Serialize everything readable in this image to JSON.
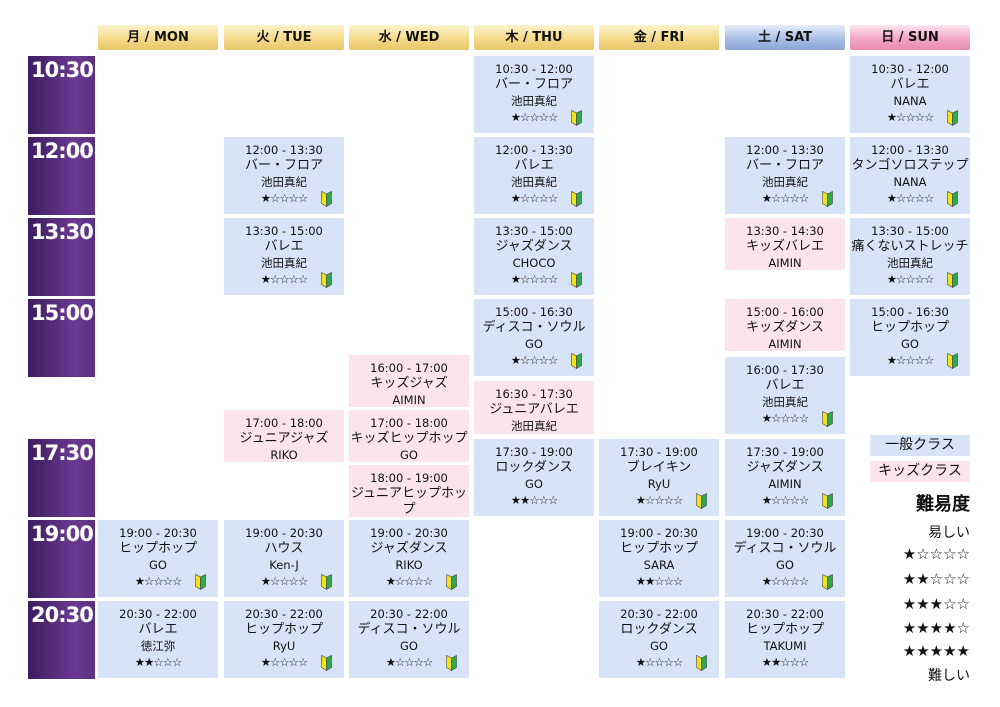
{
  "days": [
    "月 / MON",
    "火 / TUE",
    "水 / WED",
    "木 / THU",
    "金 / FRI",
    "土 / SAT",
    "日 / SUN"
  ],
  "times": [
    "10:30",
    "12:00",
    "13:30",
    "15:00",
    "17:30",
    "19:00",
    "20:30"
  ],
  "classes": {
    "thu_1030": {
      "time": "10:30 - 12:00",
      "name": "バー・フロア",
      "inst": "池田真紀",
      "stars": "★☆☆☆☆"
    },
    "sun_1030": {
      "time": "10:30 - 12:00",
      "name": "バレエ",
      "inst": "NANA",
      "stars": "★☆☆☆☆"
    },
    "tue_1200": {
      "time": "12:00 - 13:30",
      "name": "バー・フロア",
      "inst": "池田真紀",
      "stars": "★☆☆☆☆"
    },
    "thu_1200": {
      "time": "12:00 - 13:30",
      "name": "バレエ",
      "inst": "池田真紀",
      "stars": "★☆☆☆☆"
    },
    "sat_1200": {
      "time": "12:00 - 13:30",
      "name": "バー・フロア",
      "inst": "池田真紀",
      "stars": "★☆☆☆☆"
    },
    "sun_1200": {
      "time": "12:00 - 13:30",
      "name": "タンゴソロステップ",
      "inst": "NANA",
      "stars": "★☆☆☆☆"
    },
    "tue_1330": {
      "time": "13:30 - 15:00",
      "name": "バレエ",
      "inst": "池田真紀",
      "stars": "★☆☆☆☆"
    },
    "thu_1330": {
      "time": "13:30 - 15:00",
      "name": "ジャズダンス",
      "inst": "CHOCO",
      "stars": "★☆☆☆☆"
    },
    "sat_1330": {
      "time": "13:30 - 14:30",
      "name": "キッズバレエ",
      "inst": "AIMIN"
    },
    "sun_1330": {
      "time": "13:30 - 15:00",
      "name": "痛くないストレッチ",
      "inst": "池田真紀",
      "stars": "★☆☆☆☆"
    },
    "thu_1500": {
      "time": "15:00 - 16:30",
      "name": "ディスコ・ソウル",
      "inst": "GO",
      "stars": "★☆☆☆☆"
    },
    "sat_1500": {
      "time": "15:00 - 16:00",
      "name": "キッズダンス",
      "inst": "AIMIN"
    },
    "sun_1500": {
      "time": "15:00 - 16:30",
      "name": "ヒップホップ",
      "inst": "GO",
      "stars": "★☆☆☆☆"
    },
    "wed_1600": {
      "time": "16:00 - 17:00",
      "name": "キッズジャズ",
      "inst": "AIMIN"
    },
    "sat_1600": {
      "time": "16:00 - 17:30",
      "name": "バレエ",
      "inst": "池田真紀",
      "stars": "★☆☆☆☆"
    },
    "thu_1630": {
      "time": "16:30 - 17:30",
      "name": "ジュニアバレエ",
      "inst": "池田真紀"
    },
    "tue_1700": {
      "time": "17:00 - 18:00",
      "name": "ジュニアジャズ",
      "inst": "RIKO"
    },
    "wed_1700": {
      "time": "17:00 - 18:00",
      "name": "キッズヒップホップ",
      "inst": "GO"
    },
    "wed_1800": {
      "time": "18:00 - 19:00",
      "name": "ジュニアヒップホップ",
      "inst": "GO"
    },
    "thu_1730": {
      "time": "17:30 - 19:00",
      "name": "ロックダンス",
      "inst": "GO",
      "stars": "★★☆☆☆"
    },
    "fri_1730": {
      "time": "17:30 - 19:00",
      "name": "ブレイキン",
      "inst": "RyU",
      "stars": "★☆☆☆☆"
    },
    "sat_1730": {
      "time": "17:30 - 19:00",
      "name": "ジャズダンス",
      "inst": "AIMIN",
      "stars": "★☆☆☆☆"
    },
    "mon_1900": {
      "time": "19:00 - 20:30",
      "name": "ヒップホップ",
      "inst": "GO",
      "stars": "★☆☆☆☆"
    },
    "tue_1900": {
      "time": "19:00 - 20:30",
      "name": "ハウス",
      "inst": "Ken-J",
      "stars": "★☆☆☆☆"
    },
    "wed_1900": {
      "time": "19:00 - 20:30",
      "name": "ジャズダンス",
      "inst": "RIKO",
      "stars": "★☆☆☆☆"
    },
    "fri_1900": {
      "time": "19:00 - 20:30",
      "name": "ヒップホップ",
      "inst": "SARA",
      "stars": "★★☆☆☆"
    },
    "sat_1900": {
      "time": "19:00 - 20:30",
      "name": "ディスコ・ソウル",
      "inst": "GO",
      "stars": "★☆☆☆☆"
    },
    "mon_2030": {
      "time": "20:30 - 22:00",
      "name": "バレエ",
      "inst": "徳江弥",
      "stars": "★★☆☆☆"
    },
    "tue_2030": {
      "time": "20:30 - 22:00",
      "name": "ヒップホップ",
      "inst": "RyU",
      "stars": "★☆☆☆☆"
    },
    "wed_2030": {
      "time": "20:30 - 22:00",
      "name": "ディスコ・ソウル",
      "inst": "GO",
      "stars": "★☆☆☆☆"
    },
    "fri_2030": {
      "time": "20:30 - 22:00",
      "name": "ロックダンス",
      "inst": "GO",
      "stars": "★☆☆☆☆"
    },
    "sat_2030": {
      "time": "20:30 - 22:00",
      "name": "ヒップホップ",
      "inst": "TAKUMI",
      "stars": "★★☆☆☆"
    }
  },
  "legend": {
    "general": "一般クラス",
    "kids": "キッズクラス",
    "difficulty": "難易度",
    "easy": "易しい",
    "levels": [
      "★☆☆☆☆",
      "★★☆☆☆",
      "★★★☆☆",
      "★★★★☆",
      "★★★★★"
    ],
    "hard": "難しい"
  },
  "colors": {
    "general": "#d7e3f7",
    "kids": "#fbe4ec",
    "time": "#5a2f80",
    "beginner_green": "#2fa84f",
    "beginner_yellow": "#f2e21a"
  }
}
